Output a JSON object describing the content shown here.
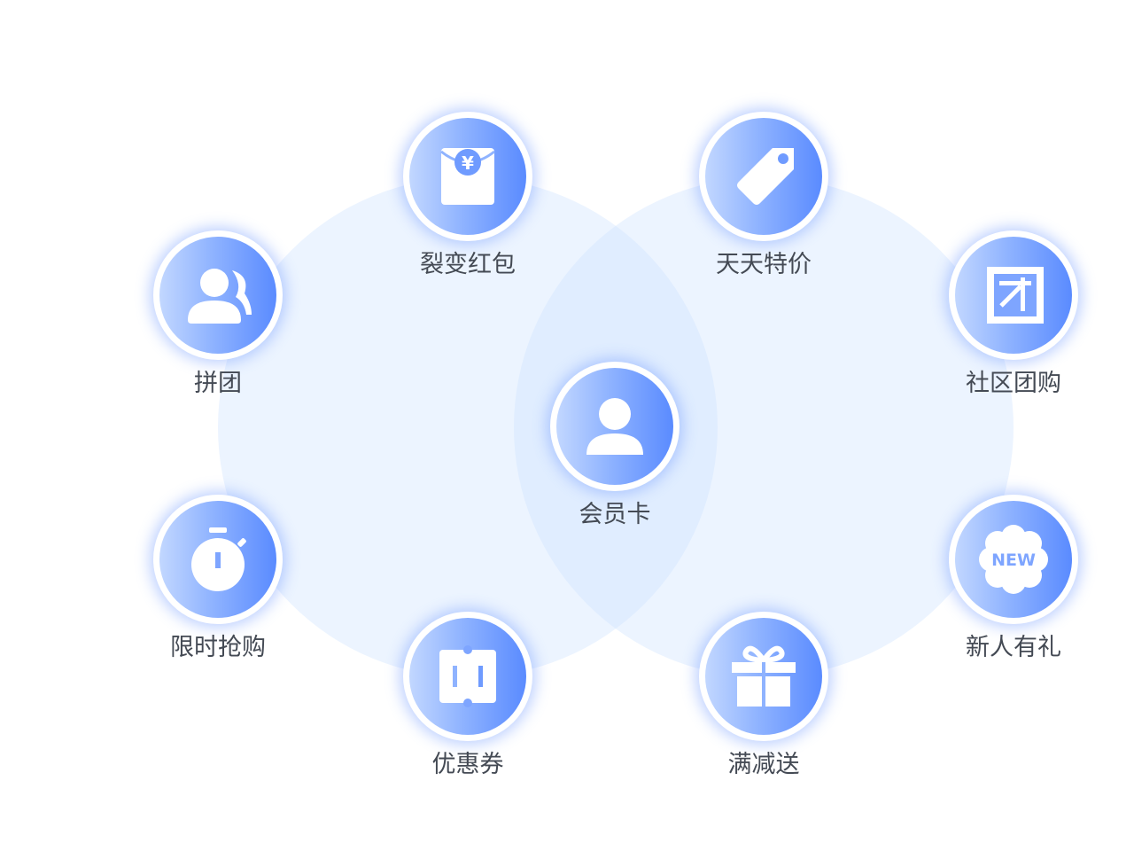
{
  "colors": {
    "venn_fill": "#d0e4ff",
    "disc_light": "#c2d7ff",
    "disc_dark": "#5a8bff",
    "label_text": "#444a54"
  },
  "features": {
    "center": {
      "label": "会员卡",
      "icon": "user-icon"
    },
    "red_packet": {
      "label": "裂变红包",
      "icon": "red-envelope-icon"
    },
    "daily_deals": {
      "label": "天天特价",
      "icon": "price-tag-icon"
    },
    "group_buy": {
      "label": "拼团",
      "icon": "users-icon"
    },
    "community_group": {
      "label": "社区团购",
      "icon": "group-badge-icon"
    },
    "flash_sale": {
      "label": "限时抢购",
      "icon": "stopwatch-icon"
    },
    "new_user_gift": {
      "label": "新人有礼",
      "icon": "new-badge-icon",
      "badge_text": "NEW"
    },
    "coupon": {
      "label": "优惠券",
      "icon": "coupon-icon"
    },
    "discount_gift": {
      "label": "满减送",
      "icon": "gift-icon"
    }
  }
}
